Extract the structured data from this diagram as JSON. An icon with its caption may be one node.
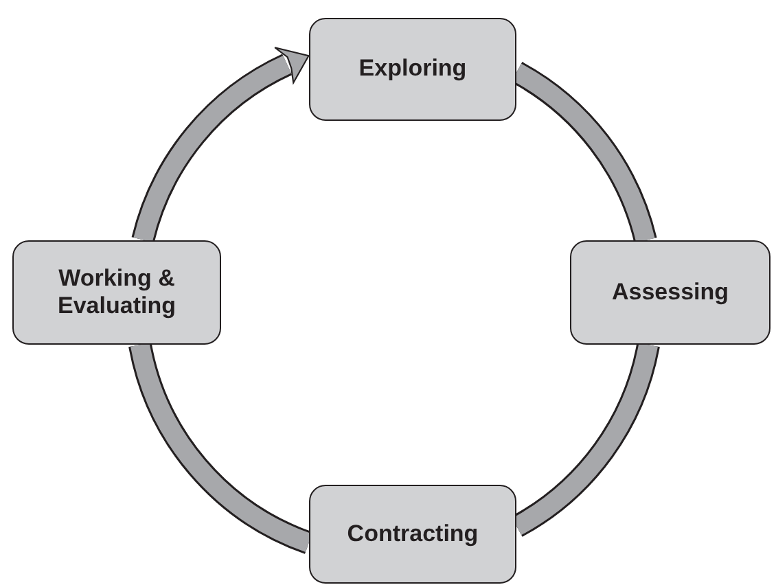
{
  "diagram": {
    "nodes": [
      {
        "text": [
          "Exploring"
        ]
      },
      {
        "text": [
          "Working & Evaluating"
        ]
      },
      {
        "text": [
          "Assessing"
        ]
      },
      {
        "text": [
          "Contracting"
        ]
      }
    ],
    "edges": [
      {
        "from": 1,
        "to": 0,
        "arrow": "to"
      },
      {
        "from": 0,
        "to": 2,
        "arrow": "none"
      },
      {
        "from": 2,
        "to": 3,
        "arrow": "none"
      },
      {
        "from": 3,
        "to": 1,
        "arrow": "none"
      }
    ]
  }
}
